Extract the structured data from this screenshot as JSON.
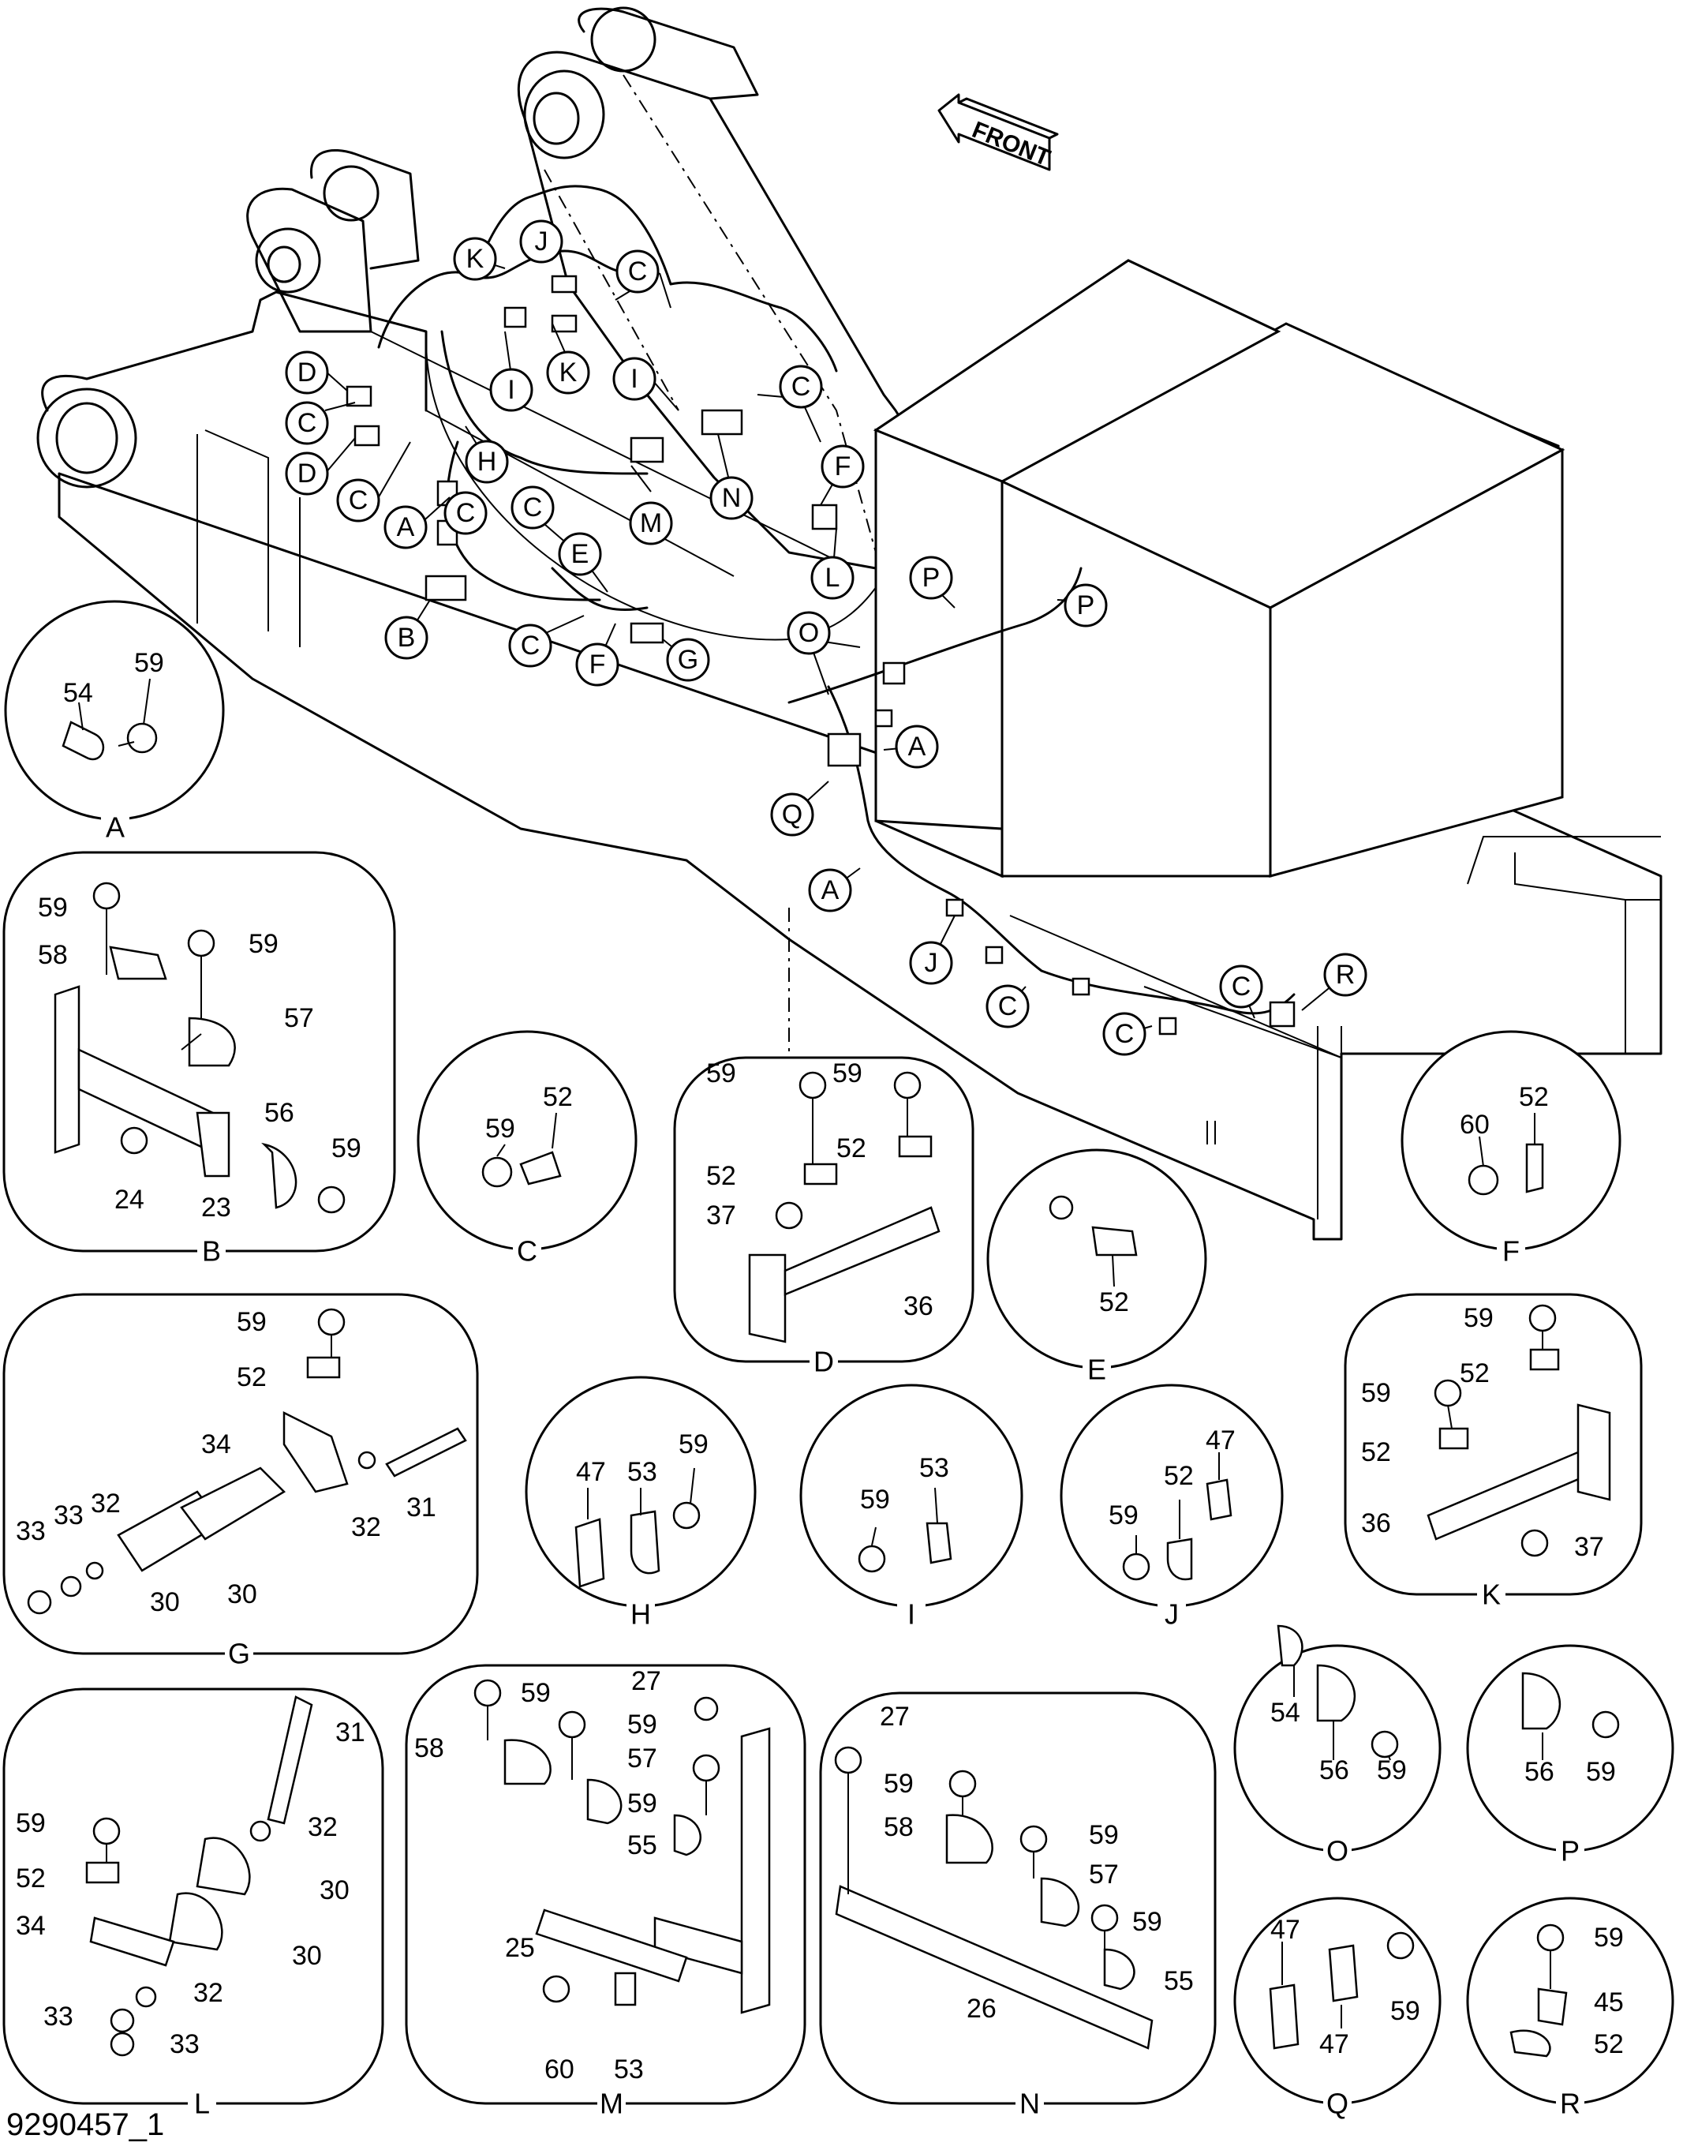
{
  "document_id": "9290457_1",
  "front_label": "FRONT",
  "main_callouts": [
    "K",
    "J",
    "C",
    "D",
    "C",
    "I",
    "K",
    "I",
    "C",
    "D",
    "H",
    "C",
    "F",
    "C",
    "A",
    "C",
    "E",
    "M",
    "N",
    "L",
    "B",
    "C",
    "F",
    "G",
    "O",
    "P",
    "P",
    "A",
    "Q",
    "A",
    "J",
    "C",
    "C",
    "C",
    "R"
  ],
  "details": [
    {
      "label": "A",
      "parts": [
        "54",
        "59"
      ]
    },
    {
      "label": "B",
      "parts": [
        "59",
        "59",
        "58",
        "57",
        "56",
        "59",
        "24",
        "23"
      ]
    },
    {
      "label": "C",
      "parts": [
        "59",
        "52"
      ]
    },
    {
      "label": "D",
      "parts": [
        "59",
        "59",
        "52",
        "52",
        "37",
        "36"
      ]
    },
    {
      "label": "E",
      "parts": [
        "52"
      ]
    },
    {
      "label": "F",
      "parts": [
        "60",
        "52"
      ]
    },
    {
      "label": "G",
      "parts": [
        "59",
        "52",
        "34",
        "31",
        "32",
        "33",
        "33",
        "32",
        "30",
        "30"
      ]
    },
    {
      "label": "H",
      "parts": [
        "47",
        "53",
        "59"
      ]
    },
    {
      "label": "I",
      "parts": [
        "53",
        "59"
      ]
    },
    {
      "label": "J",
      "parts": [
        "47",
        "52",
        "59"
      ]
    },
    {
      "label": "K",
      "parts": [
        "59",
        "52",
        "59",
        "52",
        "36",
        "37"
      ]
    },
    {
      "label": "L",
      "parts": [
        "31",
        "59",
        "32",
        "52",
        "30",
        "34",
        "30",
        "32",
        "33",
        "33"
      ]
    },
    {
      "label": "M",
      "parts": [
        "27",
        "59",
        "59",
        "58",
        "57",
        "59",
        "55",
        "25",
        "60",
        "53"
      ]
    },
    {
      "label": "N",
      "parts": [
        "27",
        "59",
        "59",
        "58",
        "57",
        "59",
        "55",
        "26"
      ]
    },
    {
      "label": "O",
      "parts": [
        "54",
        "56",
        "59"
      ]
    },
    {
      "label": "P",
      "parts": [
        "56",
        "59"
      ]
    },
    {
      "label": "Q",
      "parts": [
        "47",
        "59",
        "47"
      ]
    },
    {
      "label": "R",
      "parts": [
        "59",
        "45",
        "52"
      ]
    }
  ]
}
